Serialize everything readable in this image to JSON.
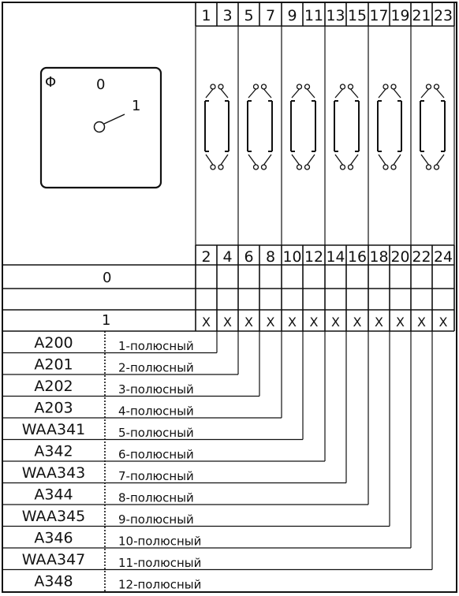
{
  "switch_symbol": {
    "label_phi": "Φ",
    "label_off": "0",
    "label_on": "1"
  },
  "terminals_top": [
    "1",
    "3",
    "5",
    "7",
    "9",
    "11",
    "13",
    "15",
    "17",
    "19",
    "21",
    "23"
  ],
  "terminals_bottom": [
    "2",
    "4",
    "6",
    "8",
    "10",
    "12",
    "14",
    "16",
    "18",
    "20",
    "22",
    "24"
  ],
  "positions": [
    {
      "label": "0",
      "marks": []
    },
    {
      "label": "1",
      "marks": [
        "X",
        "X",
        "X",
        "X",
        "X",
        "X",
        "X",
        "X",
        "X",
        "X",
        "X",
        "X"
      ]
    }
  ],
  "variants": [
    {
      "code": "A200",
      "desc": "1-полюсный"
    },
    {
      "code": "A201",
      "desc": "2-полюсный"
    },
    {
      "code": "A202",
      "desc": "3-полюсный"
    },
    {
      "code": "A203",
      "desc": "4-полюсный"
    },
    {
      "code": "WAA341",
      "desc": "5-полюсный"
    },
    {
      "code": "A342",
      "desc": "6-полюсный"
    },
    {
      "code": "WAA343",
      "desc": "7-полюсный"
    },
    {
      "code": "A344",
      "desc": "8-полюсный"
    },
    {
      "code": "WAA345",
      "desc": "9-полюсный"
    },
    {
      "code": "A346",
      "desc": "10-полюсный"
    },
    {
      "code": "WAA347",
      "desc": "11-полюсный"
    },
    {
      "code": "A348",
      "desc": "12-полюсный"
    }
  ]
}
